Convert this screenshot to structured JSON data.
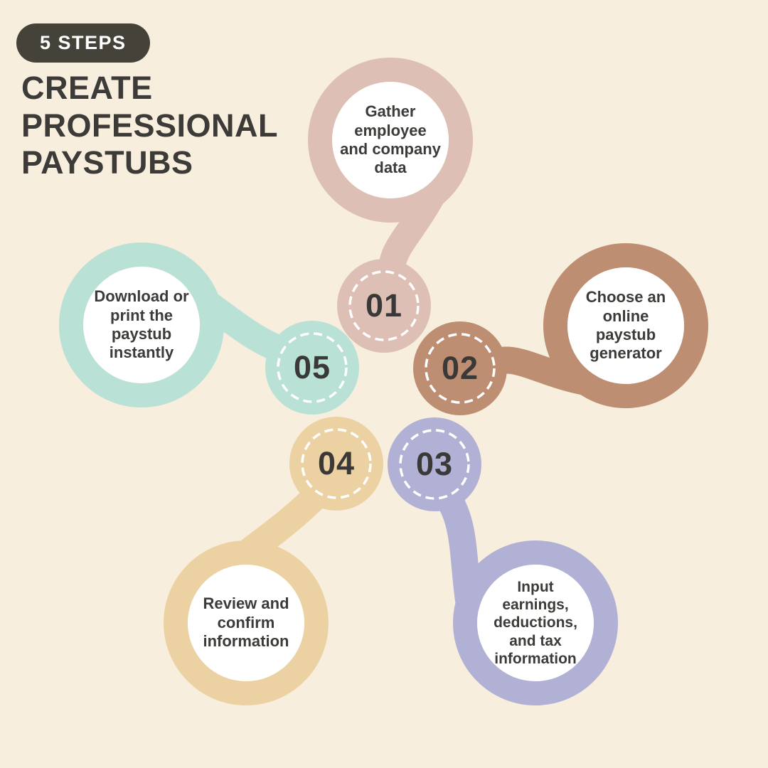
{
  "badge": {
    "label": "5 STEPS"
  },
  "title": {
    "lines": [
      "CREATE",
      "PROFESSIONAL",
      "PAYSTUBS"
    ]
  },
  "colors": {
    "background": "#f7eedd",
    "badge_bg": "#45423a",
    "badge_text": "#ffffff",
    "text_dark": "#3d3b38",
    "number_text": "#3a3937",
    "dash": "#ffffff"
  },
  "steps": [
    {
      "number": "01",
      "label": [
        "Gather",
        "employee",
        "and company",
        "data"
      ],
      "color": "#debfb5"
    },
    {
      "number": "02",
      "label": [
        "Choose an",
        "online",
        "paystub",
        "generator"
      ],
      "color": "#bd8e72"
    },
    {
      "number": "03",
      "label": [
        "Input",
        "earnings,",
        "deductions,",
        "and tax",
        "information"
      ],
      "color": "#b1b0d5"
    },
    {
      "number": "04",
      "label": [
        "Review and",
        "confirm",
        "information"
      ],
      "color": "#ecd2a3"
    },
    {
      "number": "05",
      "label": [
        "Download or",
        "print the",
        "paystub",
        "instantly"
      ],
      "color": "#b9e1d5"
    }
  ]
}
